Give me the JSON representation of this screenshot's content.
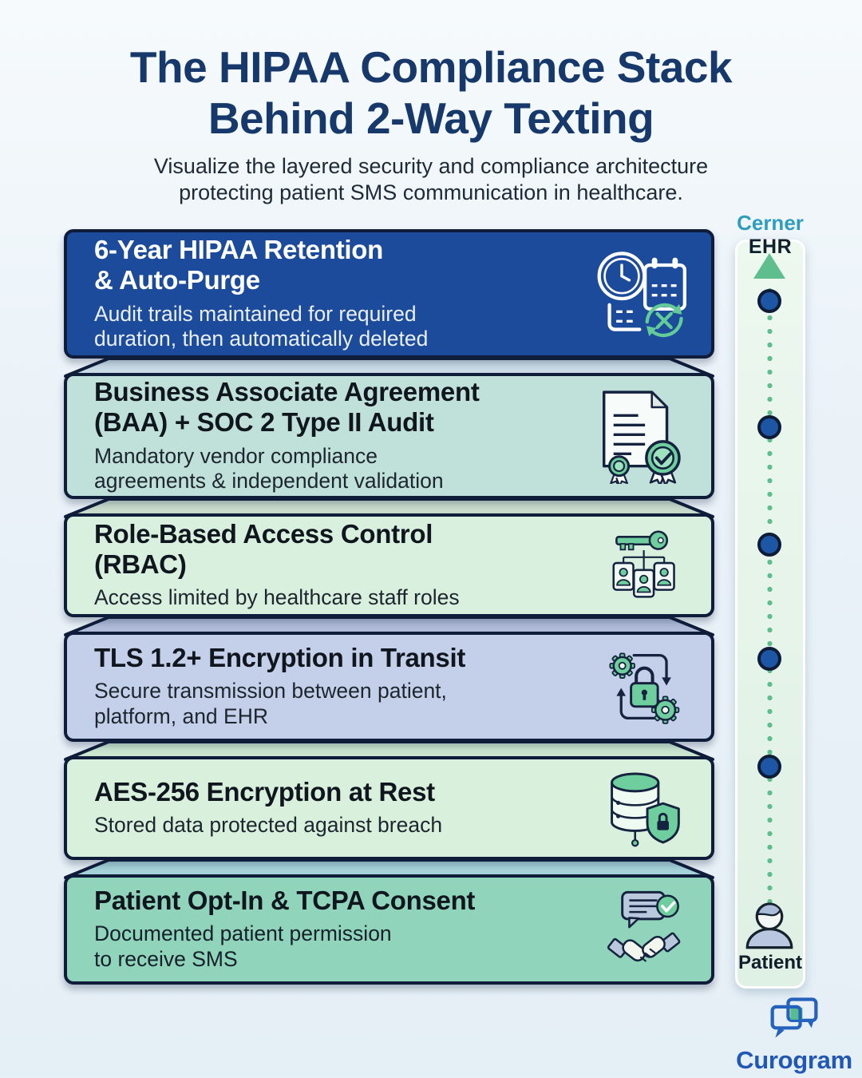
{
  "page": {
    "title": "The HIPAA Compliance Stack\nBehind 2-Way Texting",
    "subtitle": "Visualize the layered security and compliance architecture\nprotecting patient SMS communication in healthcare.",
    "title_color": "#16386a",
    "background_color": "#eaf2f8"
  },
  "layers": [
    {
      "title": "6-Year HIPAA Retention\n& Auto-Purge",
      "description": "Audit trails maintained for required\nduration, then automatically deleted",
      "icon": "clock-calendar-autopurge-icon",
      "face_color": "#1c4b9c",
      "lid_color": "",
      "title_color": "#ffffff",
      "desc_color": "#e9effb"
    },
    {
      "title": "Business Associate Agreement\n(BAA) + SOC 2 Type II Audit",
      "description": "Mandatory vendor compliance\nagreements & independent validation",
      "icon": "certified-document-icon",
      "face_color": "#bfe1da",
      "lid_color": "#cadde7",
      "title_color": "#10161d",
      "desc_color": "#1d252e"
    },
    {
      "title": "Role-Based Access Control\n(RBAC)",
      "description": "Access limited by healthcare staff roles",
      "icon": "key-roles-icon",
      "face_color": "#d9f0de",
      "lid_color": "#c9dccd",
      "title_color": "#10161d",
      "desc_color": "#1d252e"
    },
    {
      "title": "TLS 1.2+ Encryption in Transit",
      "description": "Secure transmission between patient,\nplatform, and EHR",
      "icon": "gears-lock-transit-icon",
      "face_color": "#c4cfe9",
      "lid_color": "#b0bcd8",
      "title_color": "#10161d",
      "desc_color": "#1d252e"
    },
    {
      "title": "AES-256 Encryption at Rest",
      "description": "Stored data protected against breach",
      "icon": "database-shield-icon",
      "face_color": "#d9f0dc",
      "lid_color": "#cde9d2",
      "title_color": "#10161d",
      "desc_color": "#1d252e"
    },
    {
      "title": "Patient Opt-In & TCPA Consent",
      "description": "Documented patient permission\nto receive SMS",
      "icon": "chat-handshake-consent-icon",
      "face_color": "#90d4bb",
      "lid_color": "#a6d4da",
      "title_color": "#10161d",
      "desc_color": "#15202a"
    }
  ],
  "rail": {
    "top_label_vendor": "Cerner",
    "top_label_system": "EHR",
    "bottom_label": "Patient",
    "vendor_color": "#2f9dbd",
    "accent_green": "#5fbe8e",
    "node_color": "#1c56a4",
    "node_count": 5
  },
  "footer": {
    "brand": "Curogram",
    "brand_color": "#2158b6",
    "logo_blue": "#2562bd",
    "logo_green": "#57bd8c"
  }
}
